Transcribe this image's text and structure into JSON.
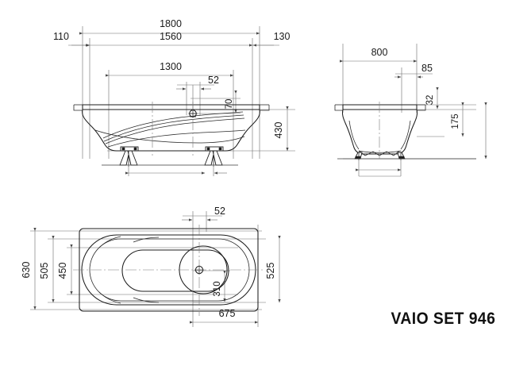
{
  "sheet": {
    "product_title": "VAIO SET 946",
    "background_color": "#ffffff",
    "line_color": "#1d1d1d",
    "dimension_line_color": "#6e6e6e",
    "units": "mm"
  },
  "views": {
    "front_elevation": {
      "name": "front-elevation-view",
      "dimensions": {
        "overall_length": "1800",
        "inner_length": "1560",
        "rim_length": "1300",
        "left_offset": "110",
        "right_offset": "130",
        "overflow_width": "52",
        "overflow_depth": "70",
        "height": "430"
      }
    },
    "side_elevation": {
      "name": "side-elevation-view",
      "dimensions": {
        "overall_width": "800",
        "rim_offset": "85",
        "rim_thickness": "32",
        "inner_depth": "175"
      }
    },
    "plan": {
      "name": "plan-view",
      "dimensions": {
        "overall_width": "630",
        "inner_width": "505",
        "base_width": "450",
        "drain_offset_right": "525",
        "drain_offset_bottom": "310",
        "drain_center_to_end": "675",
        "drain_width": "52"
      }
    }
  },
  "labels": {
    "d1800": "1800",
    "d1560": "1560",
    "d1300": "1300",
    "d110": "110",
    "d130": "130",
    "d52_front": "52",
    "d70": "70",
    "d430": "430",
    "d800": "800",
    "d85": "85",
    "d32": "32",
    "d175": "175",
    "d630": "630",
    "d505": "505",
    "d450": "450",
    "d525": "525",
    "d310": "310",
    "d675": "675",
    "d52_plan": "52"
  }
}
